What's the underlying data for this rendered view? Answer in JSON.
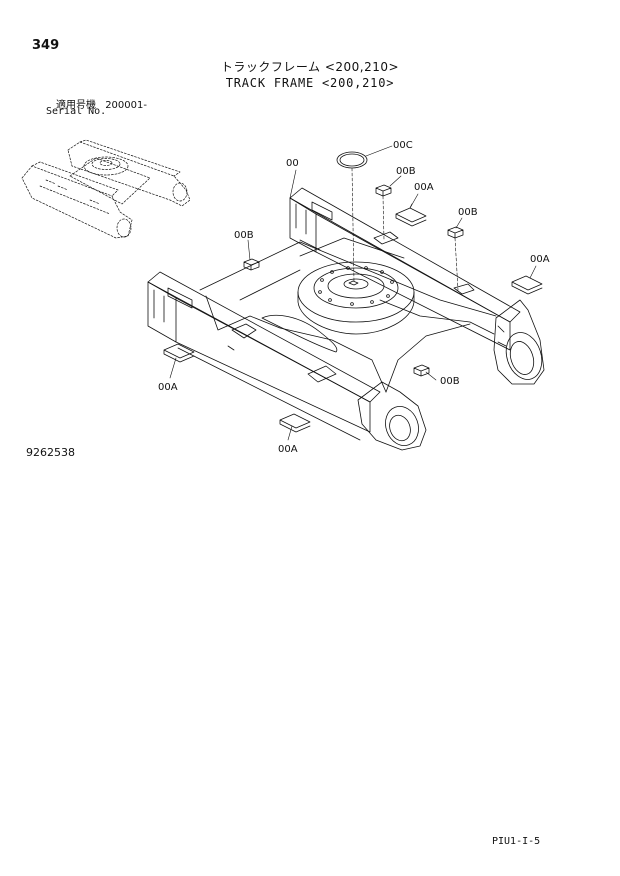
{
  "header": {
    "page_number": "349",
    "title_jp": "トラックフレーム <200,210>",
    "title_en": "TRACK FRAME <200,210>"
  },
  "serial": {
    "label_jp": "適用号機",
    "value": "200001-",
    "label_en": "Serial No."
  },
  "callouts": {
    "c00": "00",
    "c00C": "00C",
    "c00B_1": "00B",
    "c00A_1": "00A",
    "c00B_2": "00B",
    "c00B_3": "00B",
    "c00A_2": "00A",
    "c00A_3": "00A",
    "c00B_4": "00B",
    "c00A_4": "00A"
  },
  "footer": {
    "drawing_number": "9262538",
    "reference": "PIU1-I-5"
  }
}
